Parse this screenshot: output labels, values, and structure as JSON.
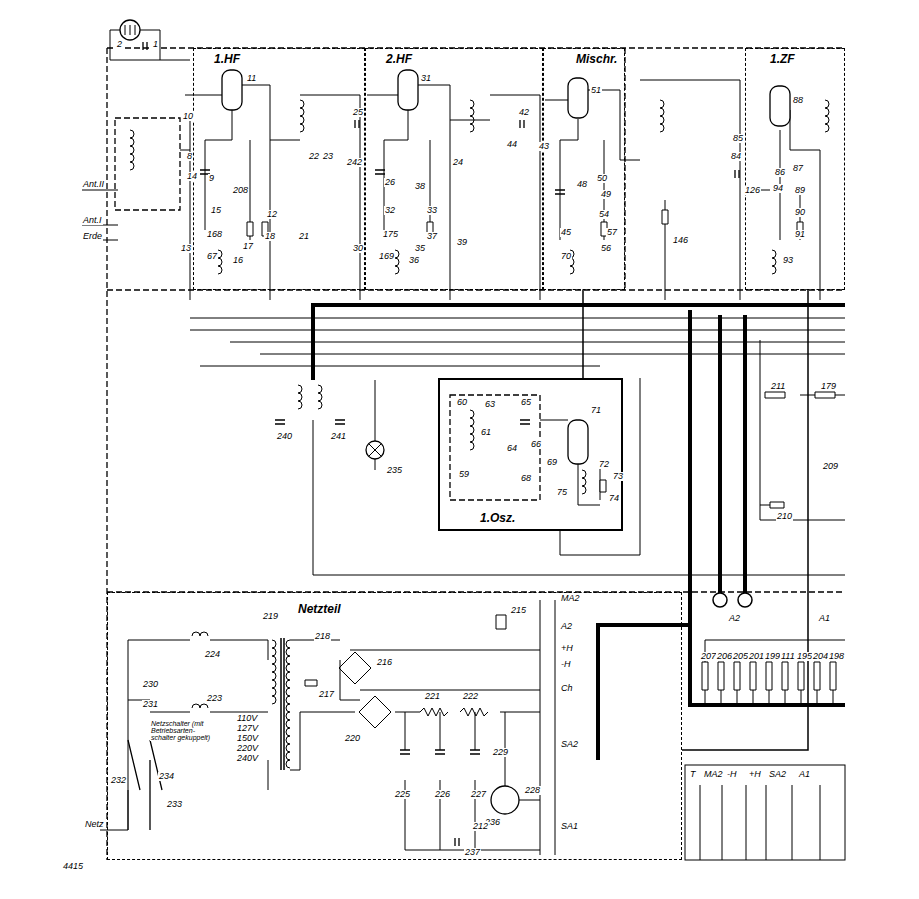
{
  "diagram": {
    "nodes": [
      {
        "text": [
          "1.HF"
        ]
      },
      {
        "text": [
          "2.HF"
        ]
      },
      {
        "text": [
          "Mischr."
        ]
      },
      {
        "text": [
          "1.ZF"
        ]
      },
      {
        "text": [
          "1.Osz."
        ]
      },
      {
        "text": [
          "Netzteil"
        ]
      }
    ],
    "edges": [
      {
        "from": 2,
        "to": 4,
        "arrow": "none"
      },
      {
        "from": 5,
        "to": 3,
        "arrow": "none"
      }
    ],
    "labels": [
      "2",
      "1",
      "Ant.II",
      "Ant.I",
      "Erde",
      "10",
      "8",
      "14",
      "11",
      "9",
      "208",
      "15",
      "12",
      "13",
      "168",
      "67",
      "16",
      "17",
      "18",
      "25",
      "242",
      "21",
      "22",
      "23",
      "31",
      "26",
      "32",
      "175",
      "169",
      "36",
      "30",
      "35",
      "37",
      "33",
      "38",
      "24",
      "39",
      "42",
      "43",
      "44",
      "48",
      "51",
      "50",
      "49",
      "54",
      "45",
      "70",
      "56",
      "57",
      "146",
      "84",
      "85",
      "126",
      "88",
      "86",
      "87",
      "94",
      "89",
      "90",
      "91",
      "93",
      "240",
      "241",
      "235",
      "60",
      "63",
      "65",
      "61",
      "64",
      "66",
      "59",
      "68",
      "69",
      "71",
      "72",
      "73",
      "74",
      "75",
      "211",
      "179",
      "209",
      "210",
      "215",
      "219",
      "218",
      "217",
      "216",
      "224",
      "230",
      "231",
      "223",
      "Netzschalter (mit Betriebsarten- schalter gekuppelt)",
      "110V",
      "127V",
      "150V",
      "220V",
      "240V",
      "232",
      "234",
      "233",
      "Netz",
      "220",
      "221",
      "222",
      "229",
      "228",
      "236",
      "225",
      "226",
      "227",
      "212",
      "237",
      "MA2",
      "A2",
      "+H",
      "-H",
      "Ch",
      "SA2",
      "SA1",
      "A2",
      "A1",
      "207",
      "206",
      "205",
      "201",
      "199",
      "111",
      "195",
      "204",
      "198",
      "T",
      "MA2",
      "-H",
      "+H",
      "SA2",
      "A1",
      "4415"
    ]
  }
}
